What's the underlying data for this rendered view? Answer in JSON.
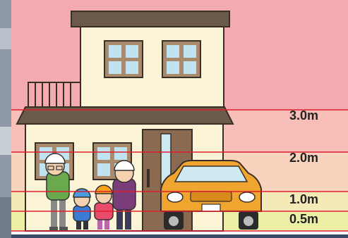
{
  "colors": {
    "band_top": "#f4aab1",
    "band_3m": "#f7bfb7",
    "band_2m": "#f9d3bd",
    "band_1m": "#f3eab8",
    "band_05m": "#ecefa6",
    "line": "#e01e2e",
    "wall": "#fbf4d6",
    "roof": "#6b5a4a",
    "car": "#f1a531"
  },
  "levels": [
    {
      "id": "level-3m",
      "label": "3.0m"
    },
    {
      "id": "level-2m",
      "label": "2.0m"
    },
    {
      "id": "level-1m",
      "label": "1.0m"
    },
    {
      "id": "level-05m",
      "label": "0.5m"
    }
  ]
}
